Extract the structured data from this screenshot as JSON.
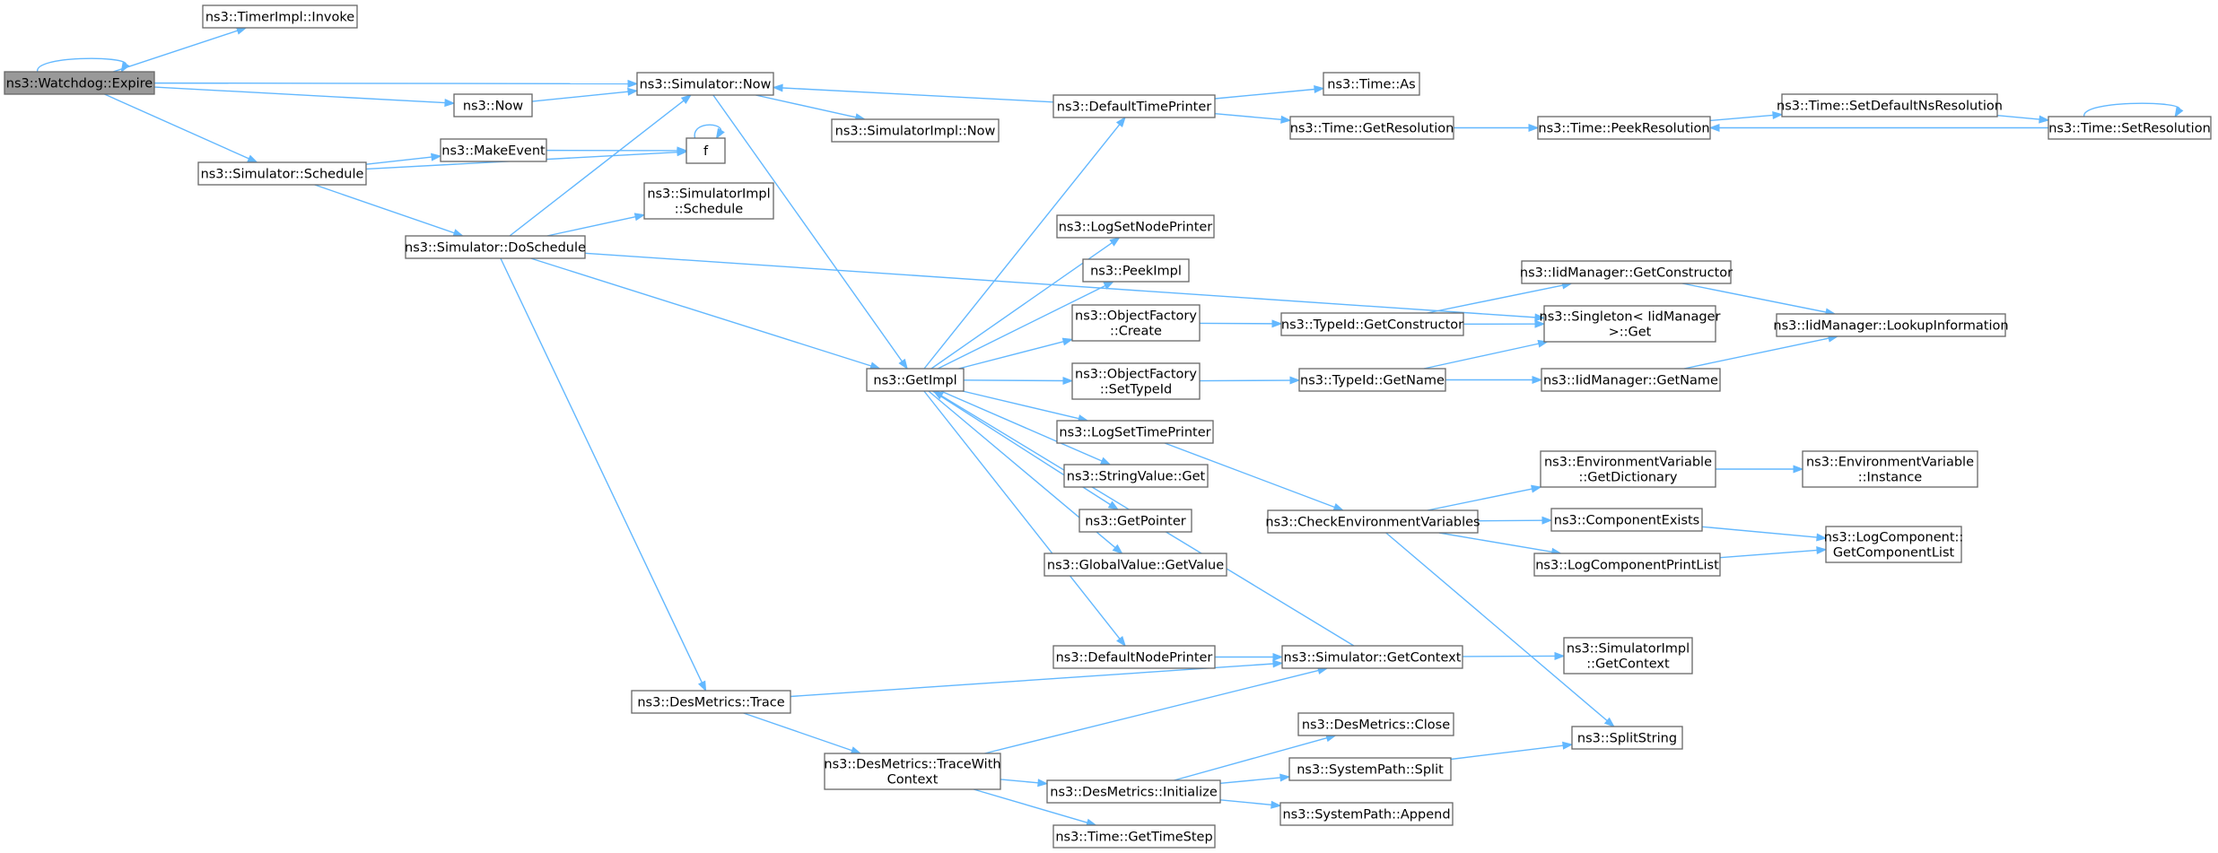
{
  "graph": {
    "nodes": [
      {
        "id": "watchdog_expire",
        "lines": [
          "ns3::Watchdog::Expire"
        ],
        "root": true
      },
      {
        "id": "timerimpl_invoke",
        "lines": [
          "ns3::TimerImpl::Invoke"
        ]
      },
      {
        "id": "ns3_now",
        "lines": [
          "ns3::Now"
        ]
      },
      {
        "id": "simulator_now",
        "lines": [
          "ns3::Simulator::Now"
        ]
      },
      {
        "id": "simulator_schedule",
        "lines": [
          "ns3::Simulator::Schedule"
        ]
      },
      {
        "id": "makeevent",
        "lines": [
          "ns3::MakeEvent"
        ]
      },
      {
        "id": "f",
        "lines": [
          "f"
        ]
      },
      {
        "id": "simulator_doschedule",
        "lines": [
          "ns3::Simulator::DoSchedule"
        ]
      },
      {
        "id": "simulatorimpl_schedule",
        "lines": [
          "ns3::SimulatorImpl",
          "::Schedule"
        ]
      },
      {
        "id": "simulatorimpl_now",
        "lines": [
          "ns3::SimulatorImpl::Now"
        ]
      },
      {
        "id": "getimpl",
        "lines": [
          "ns3::GetImpl"
        ]
      },
      {
        "id": "desmetrics_trace",
        "lines": [
          "ns3::DesMetrics::Trace"
        ]
      },
      {
        "id": "desmetrics_tracewithcontext",
        "lines": [
          "ns3::DesMetrics::TraceWith",
          "Context"
        ]
      },
      {
        "id": "defaulttimeprinter",
        "lines": [
          "ns3::DefaultTimePrinter"
        ]
      },
      {
        "id": "logsetnodeprinter",
        "lines": [
          "ns3::LogSetNodePrinter"
        ]
      },
      {
        "id": "peekimpl",
        "lines": [
          "ns3::PeekImpl"
        ]
      },
      {
        "id": "objectfactory_create",
        "lines": [
          "ns3::ObjectFactory",
          "::Create"
        ]
      },
      {
        "id": "objectfactory_settypeid",
        "lines": [
          "ns3::ObjectFactory",
          "::SetTypeId"
        ]
      },
      {
        "id": "logsettimeprinter",
        "lines": [
          "ns3::LogSetTimePrinter"
        ]
      },
      {
        "id": "stringvalue_get",
        "lines": [
          "ns3::StringValue::Get"
        ]
      },
      {
        "id": "getpointer",
        "lines": [
          "ns3::GetPointer"
        ]
      },
      {
        "id": "globalvalue_getvalue",
        "lines": [
          "ns3::GlobalValue::GetValue"
        ]
      },
      {
        "id": "defaultnodeprinter",
        "lines": [
          "ns3::DefaultNodePrinter"
        ]
      },
      {
        "id": "desmetrics_initialize",
        "lines": [
          "ns3::DesMetrics::Initialize"
        ]
      },
      {
        "id": "time_gettimestep",
        "lines": [
          "ns3::Time::GetTimeStep"
        ]
      },
      {
        "id": "time_as",
        "lines": [
          "ns3::Time::As"
        ]
      },
      {
        "id": "time_getresolution",
        "lines": [
          "ns3::Time::GetResolution"
        ]
      },
      {
        "id": "typeid_getconstructor",
        "lines": [
          "ns3::TypeId::GetConstructor"
        ]
      },
      {
        "id": "typeid_getname",
        "lines": [
          "ns3::TypeId::GetName"
        ]
      },
      {
        "id": "checkenvironmentvariables",
        "lines": [
          "ns3::CheckEnvironmentVariables"
        ]
      },
      {
        "id": "simulator_getcontext",
        "lines": [
          "ns3::Simulator::GetContext"
        ]
      },
      {
        "id": "desmetrics_close",
        "lines": [
          "ns3::DesMetrics::Close"
        ]
      },
      {
        "id": "systempath_split",
        "lines": [
          "ns3::SystemPath::Split"
        ]
      },
      {
        "id": "systempath_append",
        "lines": [
          "ns3::SystemPath::Append"
        ]
      },
      {
        "id": "time_peekresolution",
        "lines": [
          "ns3::Time::PeekResolution"
        ]
      },
      {
        "id": "iidmanager_getconstructor",
        "lines": [
          "ns3::IidManager::GetConstructor"
        ]
      },
      {
        "id": "singleton_iidmanager_get",
        "lines": [
          "ns3::Singleton< IidManager",
          ">::Get"
        ]
      },
      {
        "id": "iidmanager_getname",
        "lines": [
          "ns3::IidManager::GetName"
        ]
      },
      {
        "id": "environmentvariable_getdictionary",
        "lines": [
          "ns3::EnvironmentVariable",
          "::GetDictionary"
        ]
      },
      {
        "id": "componentexists",
        "lines": [
          "ns3::ComponentExists"
        ]
      },
      {
        "id": "logcomponentprintlist",
        "lines": [
          "ns3::LogComponentPrintList"
        ]
      },
      {
        "id": "simulatorimpl_getcontext",
        "lines": [
          "ns3::SimulatorImpl",
          "::GetContext"
        ]
      },
      {
        "id": "splitstring",
        "lines": [
          "ns3::SplitString"
        ]
      },
      {
        "id": "time_setdefaultnsresolution",
        "lines": [
          "ns3::Time::SetDefaultNsResolution"
        ]
      },
      {
        "id": "time_setresolution",
        "lines": [
          "ns3::Time::SetResolution"
        ]
      },
      {
        "id": "iidmanager_lookupinformation",
        "lines": [
          "ns3::IidManager::LookupInformation"
        ]
      },
      {
        "id": "environmentvariable_instance",
        "lines": [
          "ns3::EnvironmentVariable",
          "::Instance"
        ]
      },
      {
        "id": "logcomponent_getcomponentlist",
        "lines": [
          "ns3::LogComponent::",
          "GetComponentList"
        ]
      }
    ],
    "edges": [
      [
        "watchdog_expire",
        "watchdog_expire"
      ],
      [
        "watchdog_expire",
        "timerimpl_invoke"
      ],
      [
        "watchdog_expire",
        "simulator_now"
      ],
      [
        "watchdog_expire",
        "ns3_now"
      ],
      [
        "watchdog_expire",
        "simulator_schedule"
      ],
      [
        "ns3_now",
        "simulator_now"
      ],
      [
        "simulator_now",
        "simulatorimpl_now"
      ],
      [
        "simulator_now",
        "getimpl"
      ],
      [
        "simulator_schedule",
        "makeevent"
      ],
      [
        "simulator_schedule",
        "f"
      ],
      [
        "simulator_schedule",
        "simulator_doschedule"
      ],
      [
        "makeevent",
        "f"
      ],
      [
        "f",
        "f"
      ],
      [
        "simulator_doschedule",
        "simulator_now"
      ],
      [
        "simulator_doschedule",
        "simulatorimpl_schedule"
      ],
      [
        "simulator_doschedule",
        "singleton_iidmanager_get"
      ],
      [
        "simulator_doschedule",
        "getimpl"
      ],
      [
        "simulator_doschedule",
        "desmetrics_trace"
      ],
      [
        "defaulttimeprinter",
        "simulator_now"
      ],
      [
        "defaulttimeprinter",
        "time_as"
      ],
      [
        "defaulttimeprinter",
        "time_getresolution"
      ],
      [
        "getimpl",
        "defaulttimeprinter"
      ],
      [
        "getimpl",
        "logsetnodeprinter"
      ],
      [
        "getimpl",
        "peekimpl"
      ],
      [
        "getimpl",
        "objectfactory_create"
      ],
      [
        "getimpl",
        "objectfactory_settypeid"
      ],
      [
        "getimpl",
        "logsettimeprinter"
      ],
      [
        "getimpl",
        "stringvalue_get"
      ],
      [
        "getimpl",
        "getpointer"
      ],
      [
        "getimpl",
        "globalvalue_getvalue"
      ],
      [
        "getimpl",
        "defaultnodeprinter"
      ],
      [
        "objectfactory_create",
        "typeid_getconstructor"
      ],
      [
        "objectfactory_settypeid",
        "typeid_getname"
      ],
      [
        "logsettimeprinter",
        "checkenvironmentvariables"
      ],
      [
        "defaultnodeprinter",
        "simulator_getcontext"
      ],
      [
        "simulator_getcontext",
        "getimpl"
      ],
      [
        "simulator_getcontext",
        "simulatorimpl_getcontext"
      ],
      [
        "desmetrics_trace",
        "simulator_getcontext"
      ],
      [
        "desmetrics_trace",
        "desmetrics_tracewithcontext"
      ],
      [
        "desmetrics_tracewithcontext",
        "simulator_getcontext"
      ],
      [
        "desmetrics_tracewithcontext",
        "desmetrics_initialize"
      ],
      [
        "desmetrics_tracewithcontext",
        "time_gettimestep"
      ],
      [
        "desmetrics_initialize",
        "desmetrics_close"
      ],
      [
        "desmetrics_initialize",
        "systempath_split"
      ],
      [
        "desmetrics_initialize",
        "systempath_append"
      ],
      [
        "systempath_split",
        "splitstring"
      ],
      [
        "time_getresolution",
        "time_peekresolution"
      ],
      [
        "time_peekresolution",
        "time_setdefaultnsresolution"
      ],
      [
        "time_setdefaultnsresolution",
        "time_setresolution"
      ],
      [
        "time_setresolution",
        "time_peekresolution"
      ],
      [
        "time_setresolution",
        "time_setresolution"
      ],
      [
        "typeid_getconstructor",
        "iidmanager_getconstructor"
      ],
      [
        "typeid_getconstructor",
        "singleton_iidmanager_get"
      ],
      [
        "typeid_getname",
        "singleton_iidmanager_get"
      ],
      [
        "typeid_getname",
        "iidmanager_getname"
      ],
      [
        "iidmanager_getconstructor",
        "iidmanager_lookupinformation"
      ],
      [
        "iidmanager_getname",
        "iidmanager_lookupinformation"
      ],
      [
        "checkenvironmentvariables",
        "environmentvariable_getdictionary"
      ],
      [
        "checkenvironmentvariables",
        "componentexists"
      ],
      [
        "checkenvironmentvariables",
        "logcomponentprintlist"
      ],
      [
        "checkenvironmentvariables",
        "splitstring"
      ],
      [
        "environmentvariable_getdictionary",
        "environmentvariable_instance"
      ],
      [
        "componentexists",
        "logcomponent_getcomponentlist"
      ],
      [
        "logcomponentprintlist",
        "logcomponent_getcomponentlist"
      ]
    ]
  }
}
